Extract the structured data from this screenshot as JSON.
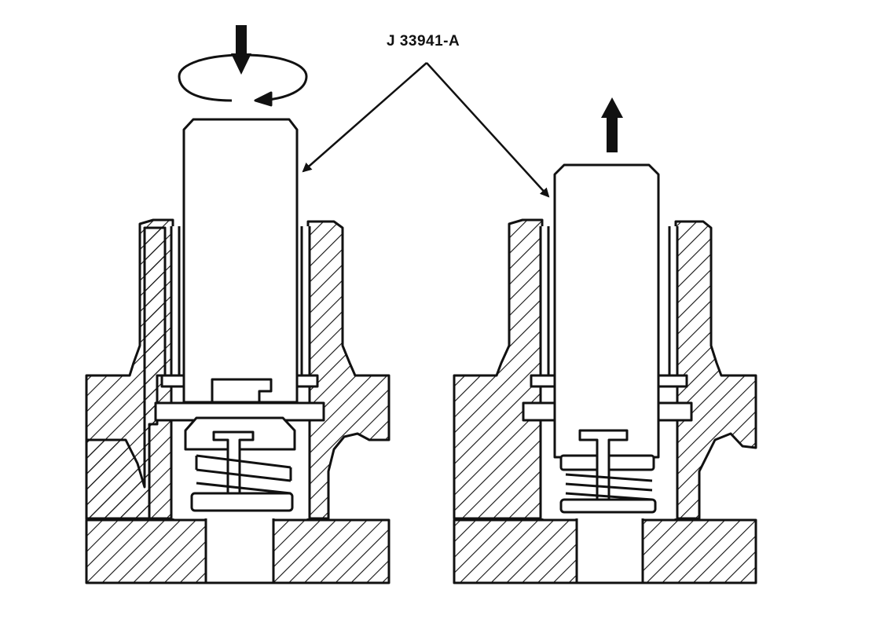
{
  "tool_label": "J 33941-A",
  "colors": {
    "ink": "#111111",
    "paper": "#ffffff"
  },
  "panels": [
    {
      "name": "left-view",
      "motion": "rotate-and-press-down",
      "arrow": "down-arrow-icon",
      "rotation": "rotation-arrow-icon"
    },
    {
      "name": "right-view",
      "motion": "pull-up",
      "arrow": "up-arrow-icon"
    }
  ]
}
